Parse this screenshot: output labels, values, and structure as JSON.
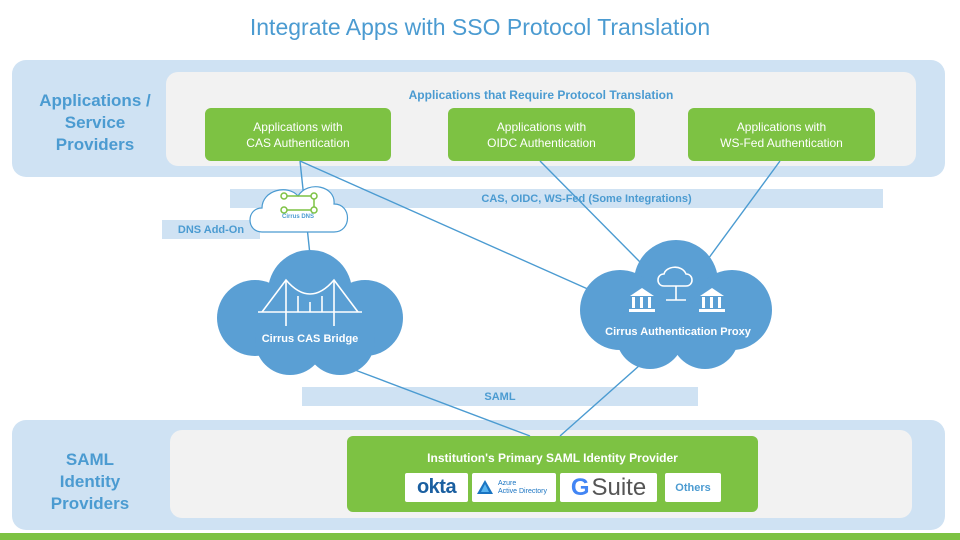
{
  "title": "Integrate Apps with SSO Protocol Translation",
  "top_section": {
    "label_lines": [
      "Applications /",
      "Service",
      "Providers"
    ],
    "inner_title": "Applications that Require Protocol Translation",
    "apps": [
      {
        "line1": "Applications with",
        "line2": "CAS Authentication"
      },
      {
        "line1": "Applications with",
        "line2": "OIDC Authentication"
      },
      {
        "line1": "Applications with",
        "line2": "WS-Fed Authentication"
      }
    ]
  },
  "strips": {
    "protocols": "CAS, OIDC, WS-Fed (Some Integrations)",
    "dns_addon": "DNS Add-On",
    "saml": "SAML"
  },
  "clouds": {
    "dns": "Cirrus DNS",
    "bridge": "Cirrus CAS Bridge",
    "proxy": "Cirrus Authentication Proxy"
  },
  "bottom_section": {
    "label_lines": [
      "SAML",
      "Identity",
      "Providers"
    ],
    "idp_title": "Institution's Primary SAML Identity Provider",
    "logos": {
      "okta": "okta",
      "azure_line1": "Azure",
      "azure_line2": "Active Directory",
      "gsuite_g": "G",
      "gsuite_rest": "Suite",
      "others": "Others"
    }
  },
  "colors": {
    "accent_blue": "#4b9bd1",
    "band_blue": "#cfe2f3",
    "green": "#7dc243",
    "cloud_blue": "#5a9fd4"
  }
}
